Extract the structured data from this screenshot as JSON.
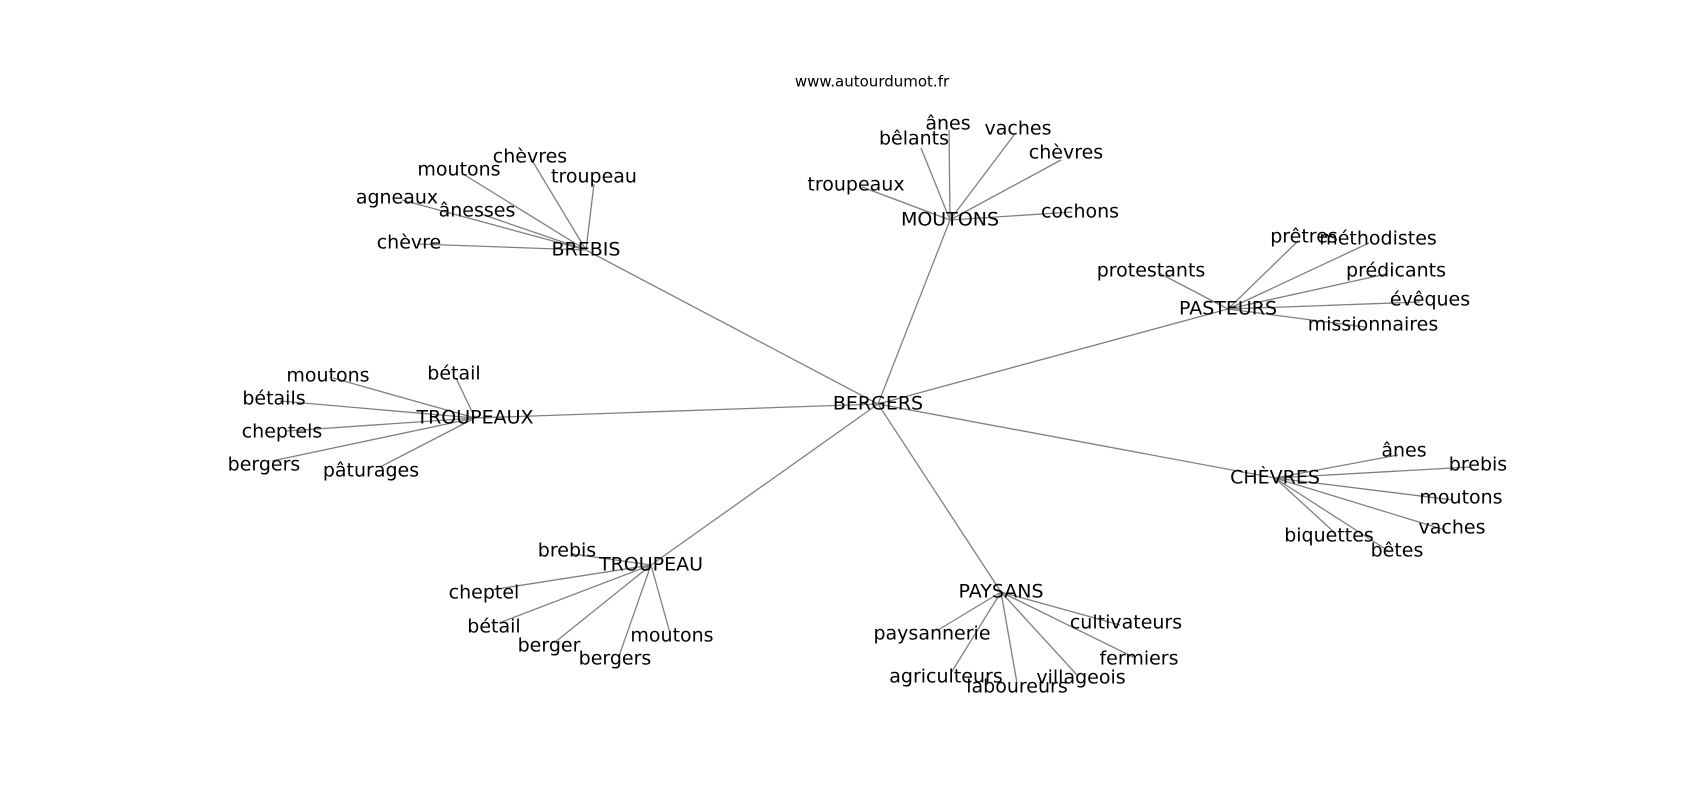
{
  "header": {
    "text": "www.autourdumot.fr"
  },
  "colors": {
    "edge": "#808080",
    "text": "#000000",
    "background": "#ffffff"
  },
  "graph": {
    "center": "BERGERS",
    "clusters": [
      {
        "hub": "MOUTONS",
        "leaves": [
          "bêlants",
          "ânes",
          "vaches",
          "chèvres",
          "troupeaux",
          "cochons"
        ]
      },
      {
        "hub": "BREBIS",
        "leaves": [
          "chèvres",
          "troupeau",
          "moutons",
          "agneaux",
          "ânesses",
          "chèvre"
        ]
      },
      {
        "hub": "PASTEURS",
        "leaves": [
          "prêtres",
          "méthodistes",
          "protestants",
          "prédicants",
          "évêques",
          "missionnaires"
        ]
      },
      {
        "hub": "TROUPEAUX",
        "leaves": [
          "bétail",
          "moutons",
          "bétails",
          "cheptels",
          "bergers",
          "pâturages"
        ]
      },
      {
        "hub": "CHÈVRES",
        "leaves": [
          "ânes",
          "brebis",
          "moutons",
          "vaches",
          "biquettes",
          "bêtes"
        ]
      },
      {
        "hub": "TROUPEAU",
        "leaves": [
          "brebis",
          "cheptel",
          "bétail",
          "berger",
          "bergers",
          "moutons"
        ]
      },
      {
        "hub": "PAYSANS",
        "leaves": [
          "cultivateurs",
          "paysannerie",
          "fermiers",
          "agriculteurs",
          "villageois",
          "laboureurs"
        ]
      }
    ]
  }
}
